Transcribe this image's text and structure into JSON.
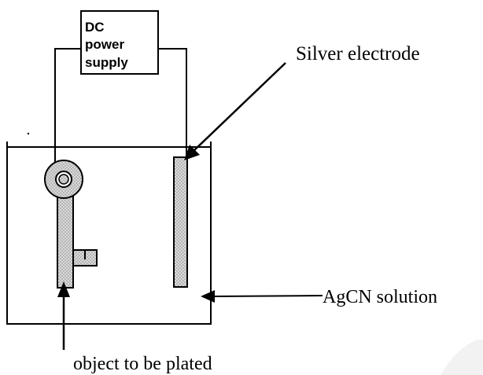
{
  "power_supply": {
    "line1": "DC",
    "line2": "power",
    "line3": "supply"
  },
  "labels": {
    "anode": "Silver electrode",
    "solution": "AgCN solution",
    "cathode": "object to be plated"
  },
  "colors": {
    "ink": "#000000",
    "stipple": "#bdbdbd",
    "background": "#ffffff"
  }
}
